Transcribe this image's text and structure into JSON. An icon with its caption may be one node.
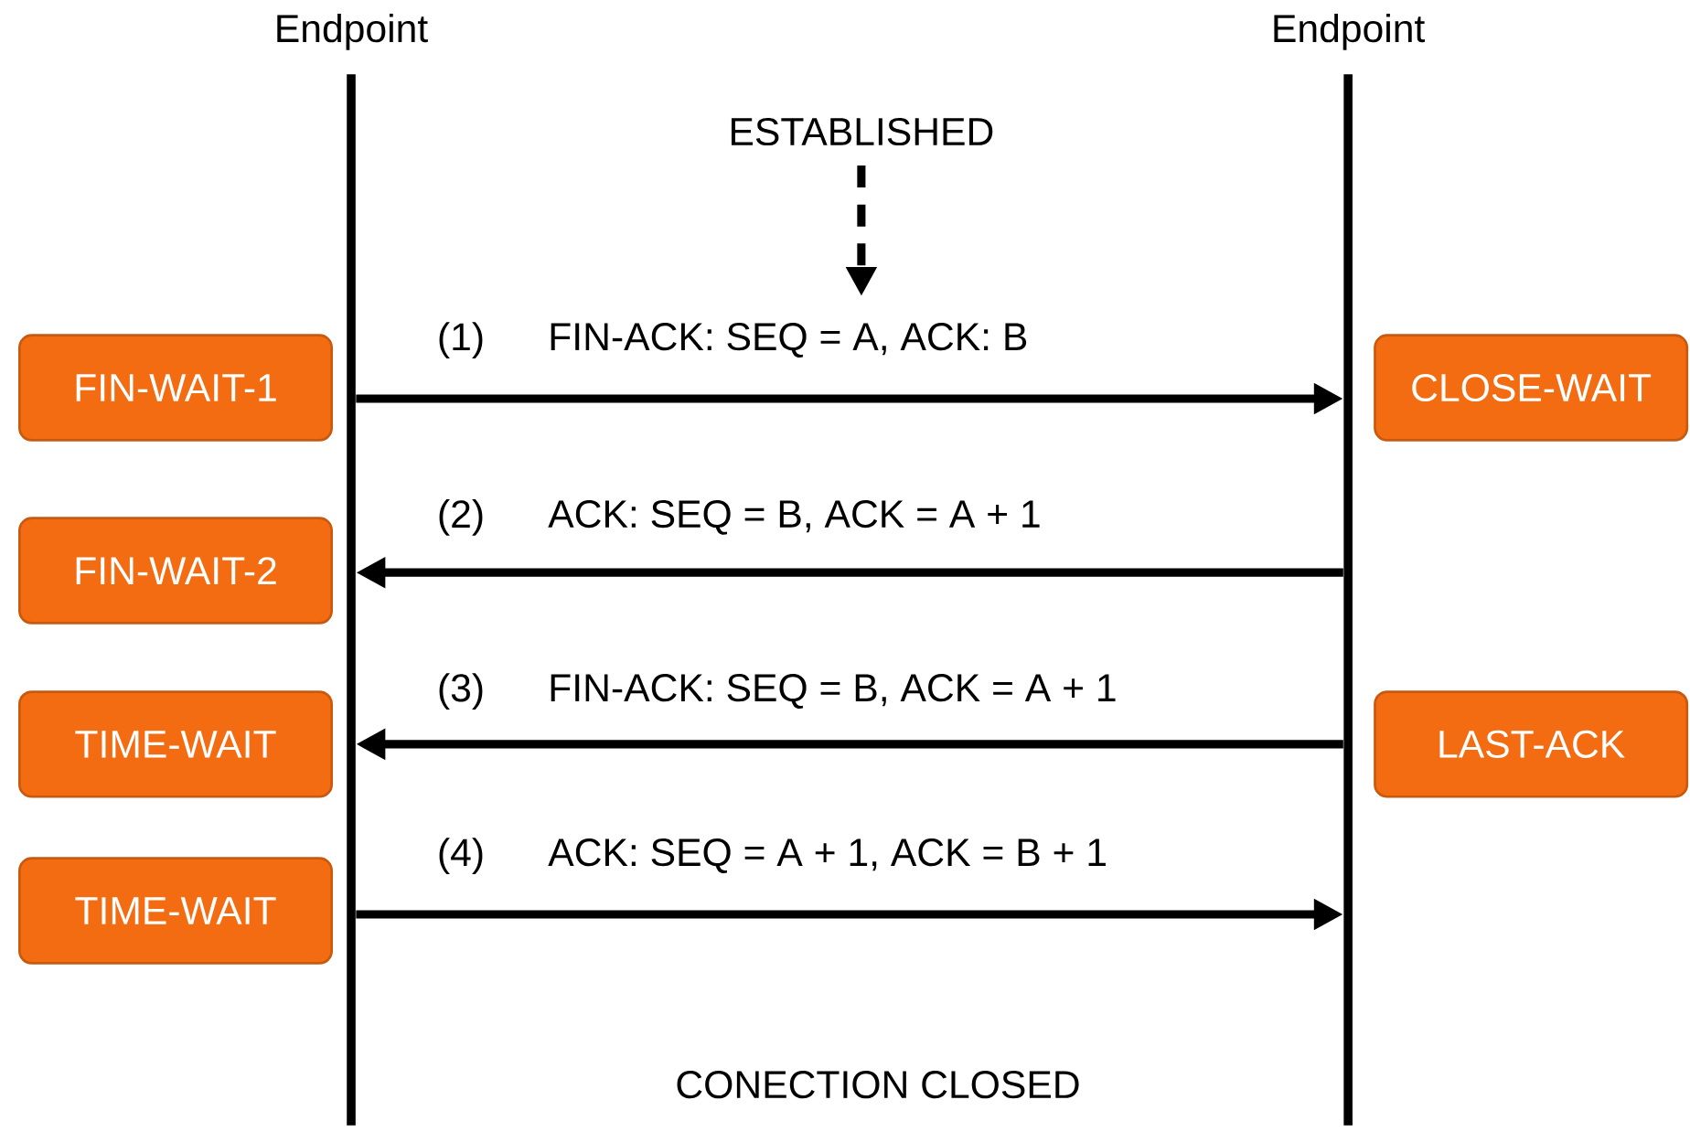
{
  "diagram": {
    "nodes": [
      {
        "text": [
          "Endpoint"
        ]
      },
      {
        "text": [
          "Endpoint"
        ]
      },
      {
        "text": [
          "ESTABLISHED"
        ]
      },
      {
        "text": [
          "FIN-WAIT-1"
        ]
      },
      {
        "text": [
          "CLOSE-WAIT"
        ]
      },
      {
        "text": [
          "FIN-WAIT-2"
        ]
      },
      {
        "text": [
          "TIME-WAIT"
        ]
      },
      {
        "text": [
          "LAST-ACK"
        ]
      },
      {
        "text": [
          "TIME-WAIT"
        ]
      }
    ],
    "edges": [
      {
        "from": 0,
        "to": 1,
        "arrow": "to",
        "label": "FIN-ACK: SEQ = A, ACK: B"
      },
      {
        "from": 1,
        "to": 0,
        "arrow": "to",
        "label": "ACK: SEQ = B, ACK = A + 1"
      },
      {
        "from": 1,
        "to": 0,
        "arrow": "to",
        "label": "FIN-ACK: SEQ = B, ACK = A + 1"
      },
      {
        "from": 0,
        "to": 1,
        "arrow": "to",
        "label": "ACK: SEQ = A + 1, ACK = B + 1"
      },
      {
        "from": 2,
        "to": null,
        "arrow": "to",
        "style": "dashed"
      }
    ],
    "labels": [
      "(1)",
      "(2)",
      "(3)",
      "(4)",
      "CONECTION CLOSED"
    ]
  }
}
